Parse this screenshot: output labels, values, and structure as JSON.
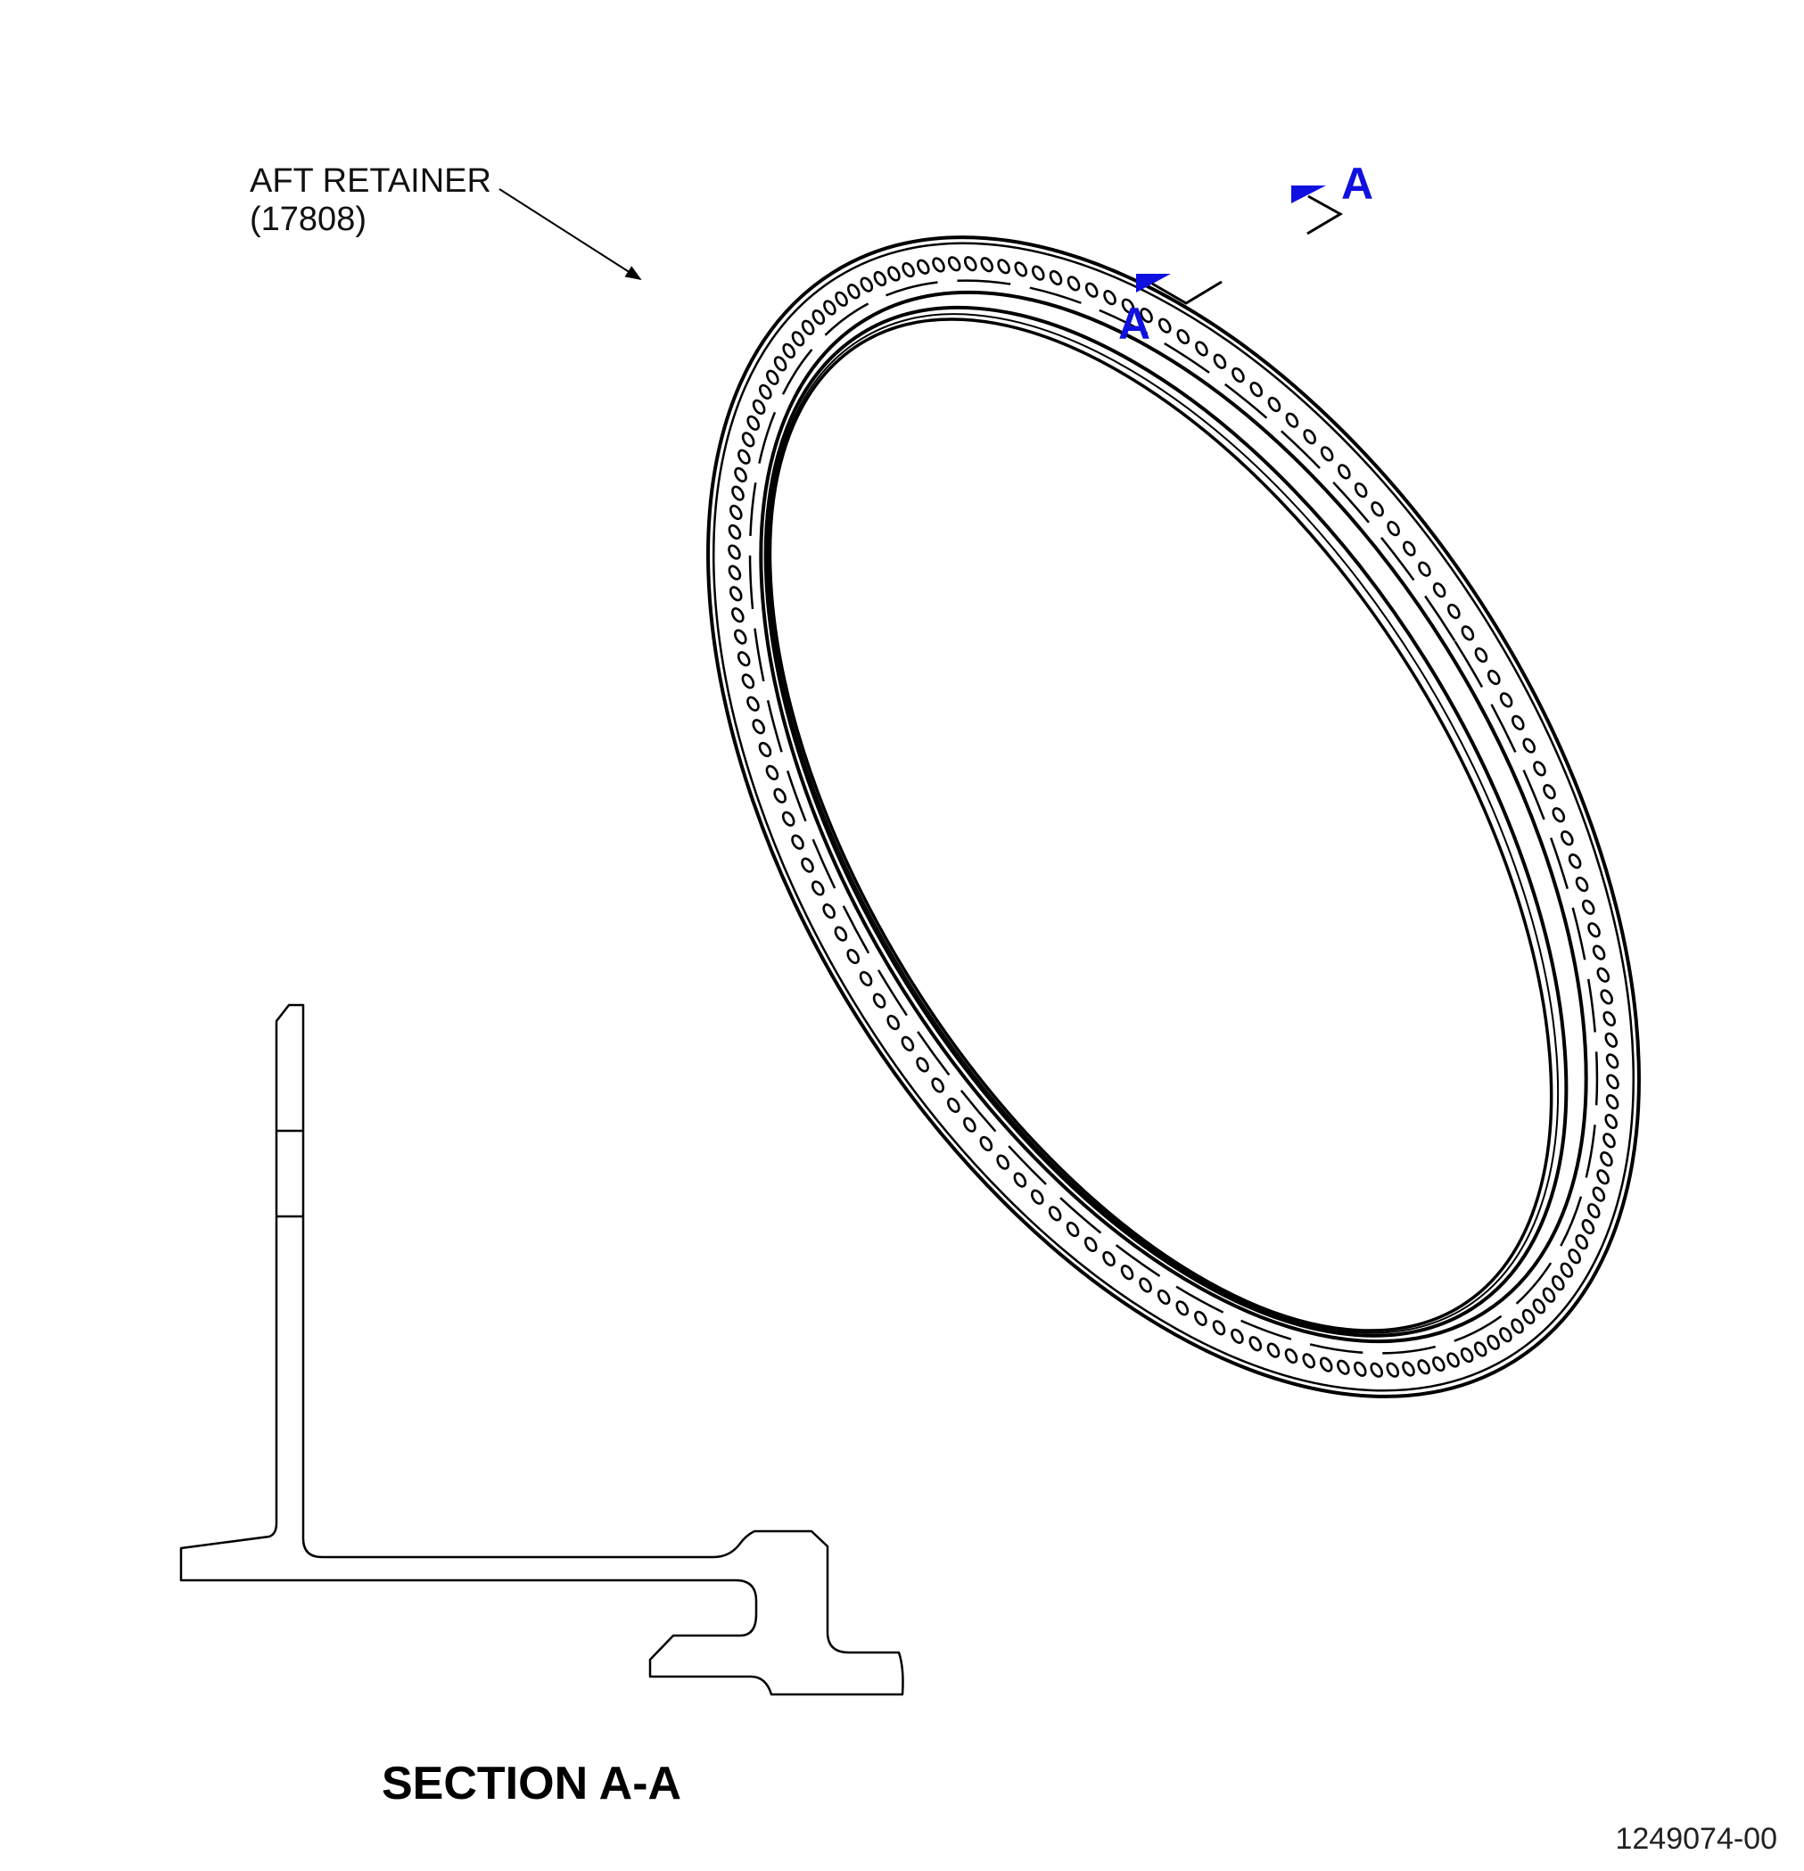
{
  "callout": {
    "name": "AFT RETAINER",
    "part_number": "(17808)"
  },
  "section_markers": {
    "upper": "A",
    "lower": "A",
    "color": "#1010e0"
  },
  "section_title": "SECTION A-A",
  "document_number": "1249074-00"
}
